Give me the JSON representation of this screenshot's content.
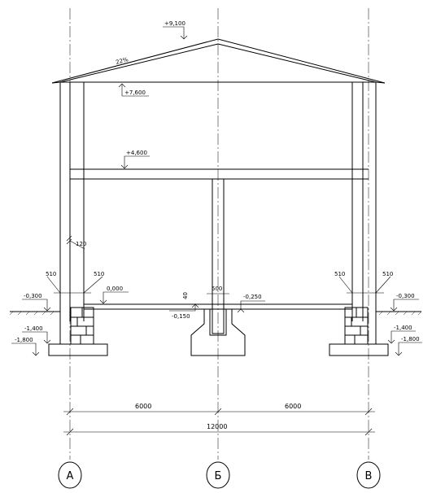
{
  "axes": [
    {
      "id": "a",
      "label": "А"
    },
    {
      "id": "b",
      "label": "Б"
    },
    {
      "id": "v",
      "label": "В"
    }
  ],
  "levels": {
    "ridge": "+9,100",
    "eaves": "+7,600",
    "floor2": "+4,600",
    "floor1": "0,000",
    "ground_left": "-0,300",
    "ground_right": "-0,300",
    "found_top_left": "-1,400",
    "found_bottom_left": "-1,800",
    "found_top_right": "-1,400",
    "found_bottom_right": "-1,800",
    "column_base_top": "-0,150",
    "column_base_side": "-0,250"
  },
  "labels": {
    "roof_slope": "22%",
    "wall_thickness": "120",
    "wall_left_outer": "510",
    "wall_left_inner": "510",
    "wall_right_inner": "510",
    "wall_right_outer": "510",
    "column_width": "500",
    "column_gap": "40"
  },
  "dimensions": {
    "span_left": "6000",
    "span_right": "6000",
    "total": "12000"
  }
}
